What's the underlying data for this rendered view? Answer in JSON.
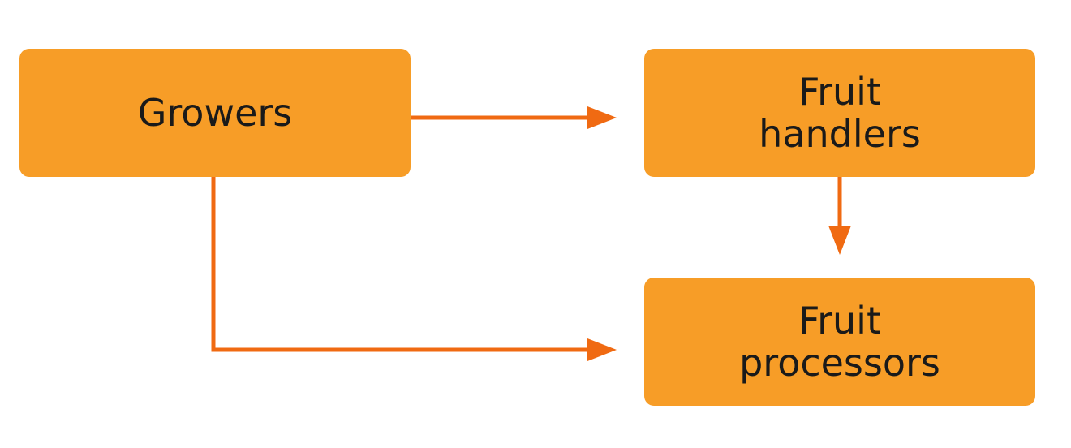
{
  "colors": {
    "box_fill": "#F79D27",
    "arrow": "#F06A12",
    "text": "#1a1a1a"
  },
  "nodes": {
    "growers": {
      "label": "Growers"
    },
    "handlers": {
      "label_line1": "Fruit",
      "label_line2": "handlers"
    },
    "processors": {
      "label_line1": "Fruit",
      "label_line2": "processors"
    }
  },
  "edges": [
    {
      "from": "growers",
      "to": "handlers"
    },
    {
      "from": "handlers",
      "to": "processors"
    },
    {
      "from": "growers",
      "to": "processors"
    }
  ]
}
